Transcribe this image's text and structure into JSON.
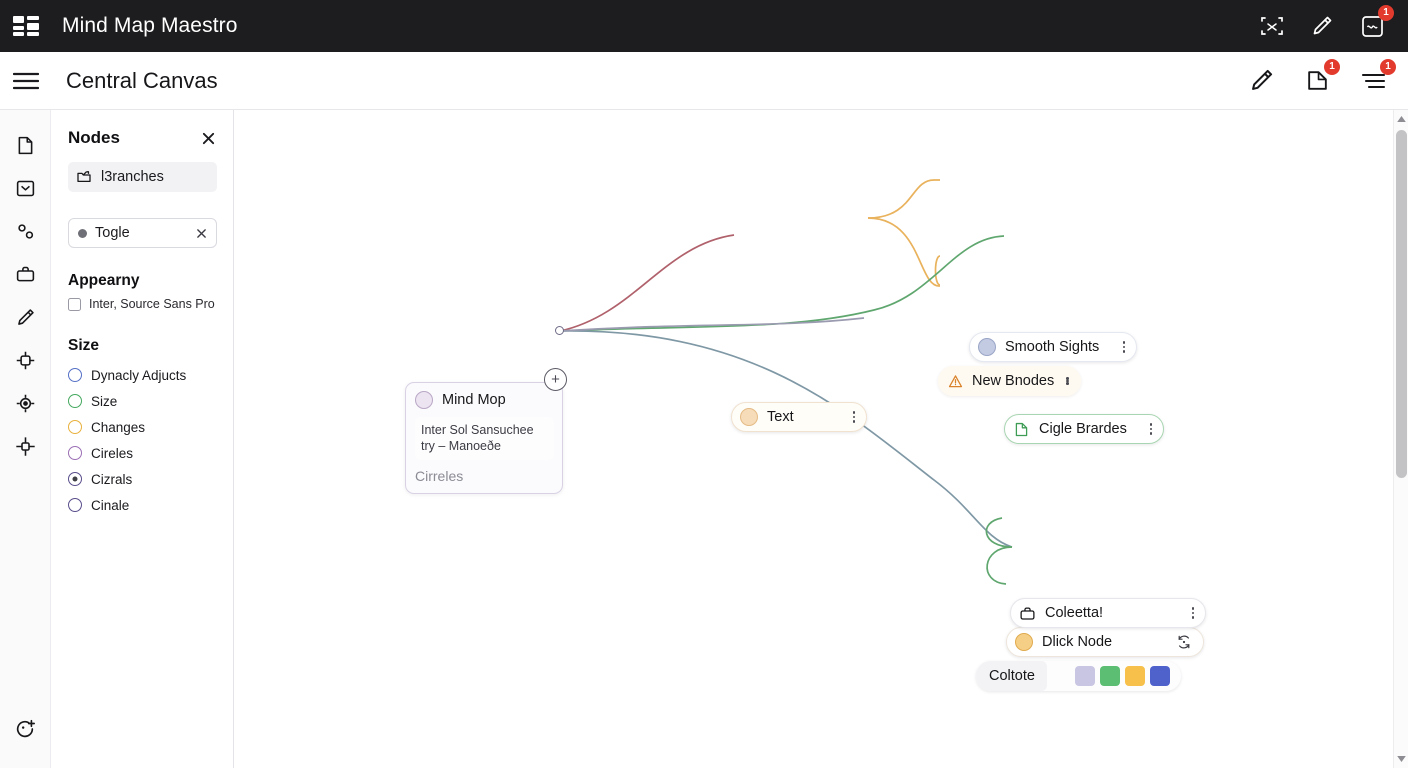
{
  "app": {
    "title": "Mind Map Maestro",
    "logo_icon": "grid-logo-icon",
    "top_icons": [
      {
        "name": "fullscreen-expand-icon",
        "badge": null
      },
      {
        "name": "pencil-edit-icon",
        "badge": null
      },
      {
        "name": "note-card-icon",
        "badge": "1"
      }
    ]
  },
  "subheader": {
    "menu_icon": "hamburger-menu-icon",
    "page_title": "Central Canvas",
    "icons": [
      {
        "name": "pencil-edit-icon",
        "badge": null
      },
      {
        "name": "new-page-icon",
        "badge": "1"
      },
      {
        "name": "list-lines-icon",
        "badge": "1"
      }
    ]
  },
  "rail": {
    "items": [
      {
        "name": "document-icon"
      },
      {
        "name": "inbox-check-icon"
      },
      {
        "name": "nodes-connect-icon"
      },
      {
        "name": "briefcase-icon"
      },
      {
        "name": "marker-pen-icon"
      },
      {
        "name": "move-node-icon"
      },
      {
        "name": "target-focus-icon"
      },
      {
        "name": "expand-arrows-icon"
      }
    ],
    "bottom": {
      "name": "add-face-icon"
    }
  },
  "panel": {
    "title": "Nodes",
    "close_icon": "close-icon",
    "list_item": {
      "label": "l3ranches",
      "icon": "open-folder-icon"
    },
    "filter_pill": {
      "label": "Togle",
      "clear_icon": "close-icon"
    },
    "appearance": {
      "heading": "Appearny",
      "checkbox_label": "Inter, Source Sans Pro",
      "checked": false
    },
    "size": {
      "heading": "Size",
      "options": [
        {
          "label": "Dynacly Adjucts",
          "color": "#5570c6",
          "selected": false
        },
        {
          "label": "Size",
          "color": "#45a85f",
          "selected": false
        },
        {
          "label": "Changes",
          "color": "#e8b13c",
          "selected": false
        },
        {
          "label": "Cireles",
          "color": "#9b6fb5",
          "selected": false
        },
        {
          "label": "Cizrals",
          "color": "#5a4e8c",
          "selected": true
        },
        {
          "label": "Cinale",
          "color": "#5a4e8c",
          "selected": false
        }
      ]
    }
  },
  "canvas": {
    "root": {
      "title": "Mind Mop",
      "body": "Inter Sol Sansuchee\ntry – Manoeðe",
      "footer": "Cirreles",
      "swatch_color": "#ece4f1",
      "plus_icon": "add-node-icon",
      "anchor": "connector-anchor"
    },
    "nodes": [
      {
        "id": "text",
        "label": "Text",
        "swatch": "#f6dcb9",
        "border": "#f0e2cf",
        "menu_icon": "kebab-menu-icon"
      },
      {
        "id": "smooth",
        "label": "Smooth Sights",
        "swatch": "#c3cbe3",
        "border": "#e5e8f0",
        "menu_icon": "kebab-menu-icon"
      },
      {
        "id": "cigle",
        "label": "Cigle Brardes",
        "icon": "green-file-icon",
        "border": "#a9d6b2",
        "menu_icon": "kebab-menu-icon"
      },
      {
        "id": "dlick",
        "label": "Dlick Node",
        "swatch": "#f6cf86",
        "border": "#eee6dc",
        "menu_icon": "refresh-target-icon"
      },
      {
        "id": "coleeta",
        "label": "Coleetta!",
        "icon": "briefcase-icon",
        "border": "#e6e6ec",
        "menu_icon": "kebab-menu-icon"
      }
    ],
    "warning_node": {
      "label": "New Bnodes",
      "icon": "warning-triangle-icon",
      "menu_icon": "kebab-menu-icon"
    },
    "palette_node": {
      "label": "Coltote",
      "colors": [
        "#ffffff",
        "#c8c6e2",
        "#5cbe72",
        "#f7c04a",
        "#4f62cc"
      ]
    },
    "edge_colors": {
      "text_link": "#b0616b",
      "orange_link": "#e9b25c",
      "green_link": "#5fa76f",
      "teal_link": "#7f98a5",
      "gray_link": "#9a9ab0"
    }
  },
  "scrollbar": {
    "up_icon": "scroll-up-arrow",
    "down_icon": "scroll-down-arrow"
  }
}
